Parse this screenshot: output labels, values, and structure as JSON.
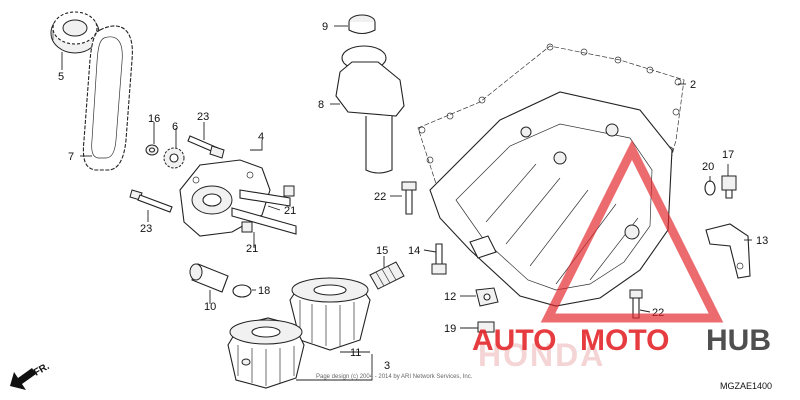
{
  "diagram": {
    "code": "MGZAE1400",
    "copyright": "Page design (c) 2004 - 2014 by ARI Network Services, Inc.",
    "front_marker": "FR."
  },
  "callouts": {
    "p2": "2",
    "p3": "3",
    "p4": "4",
    "p5": "5",
    "p6": "6",
    "p7": "7",
    "p8": "8",
    "p9": "9",
    "p10": "10",
    "p11": "11",
    "p12": "12",
    "p13": "13",
    "p14": "14",
    "p15": "15",
    "p16": "16",
    "p17": "17",
    "p18": "18",
    "p19": "19",
    "p20": "20",
    "p21a": "21",
    "p21b": "21",
    "p22a": "22",
    "p22b": "22",
    "p23a": "23",
    "p23b": "23"
  },
  "watermark": {
    "brand_part1": "AUTO",
    "brand_part2": "MOTO",
    "brand_part3": "HUB",
    "ghost": "HONDA",
    "colors": {
      "red": "#e4262b",
      "dark": "#3c3c3c"
    }
  }
}
